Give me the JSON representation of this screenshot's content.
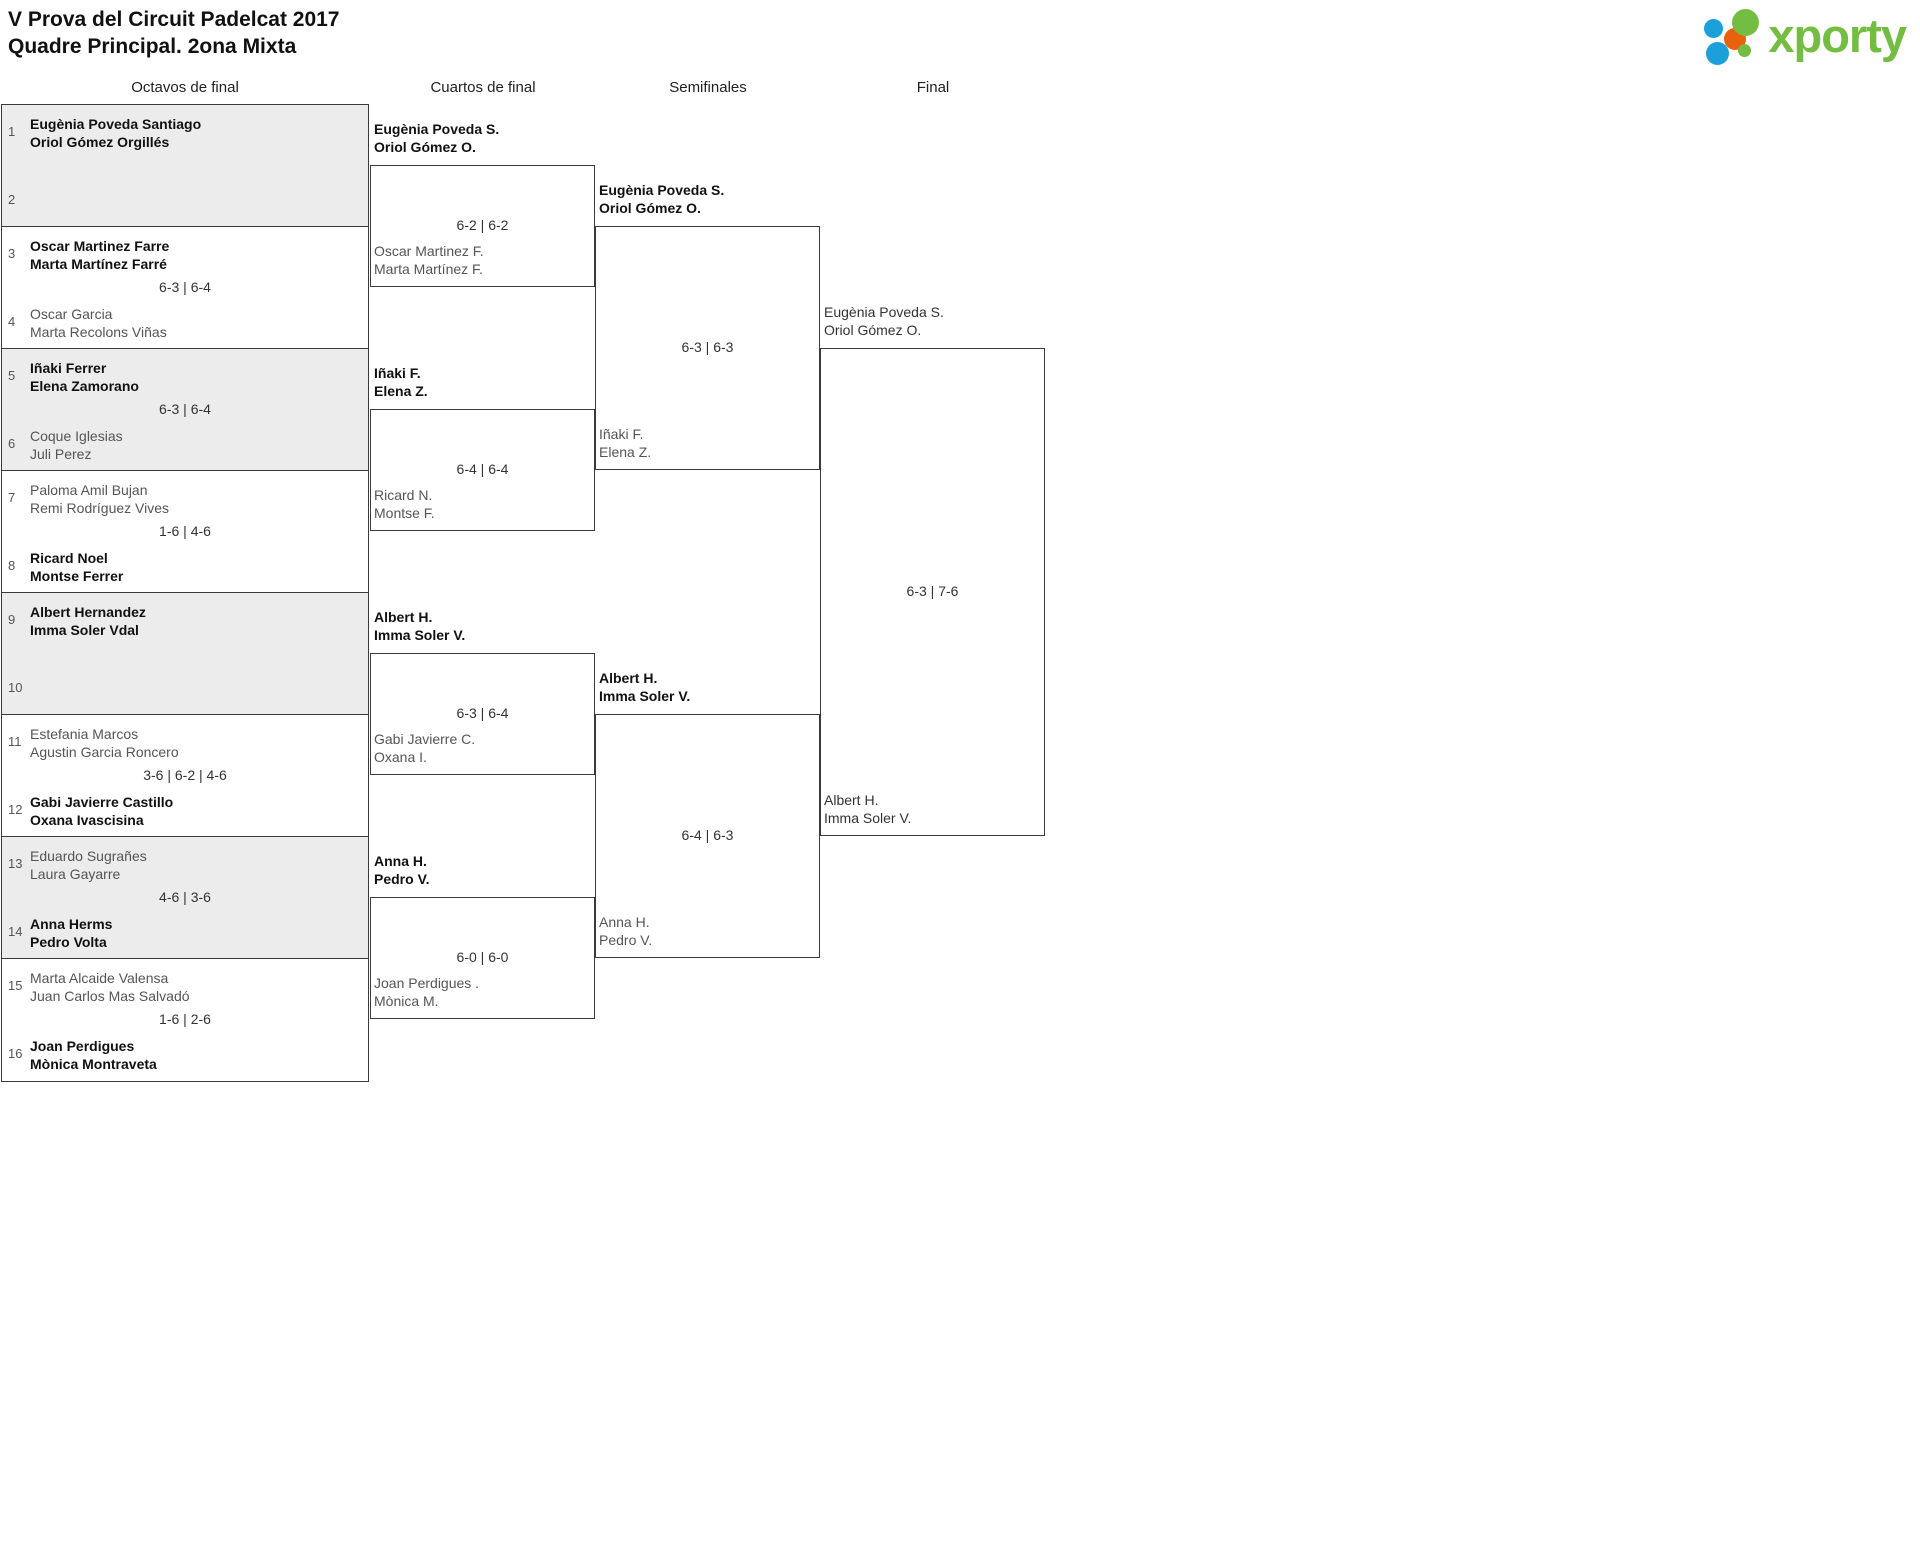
{
  "header": {
    "title_line1": "V Prova del Circuit Padelcat 2017",
    "title_line2": "Quadre Principal. 2ona Mixta",
    "logo_text": "xporty"
  },
  "rounds": [
    {
      "label": "Octavos de final"
    },
    {
      "label": "Cuartos de final"
    },
    {
      "label": "Semifinales"
    },
    {
      "label": "Final"
    }
  ],
  "round1": {
    "matches": [
      {
        "top": {
          "seed": "1",
          "p1": "Eugènia Poveda Santiago",
          "p2": "Oriol Gómez Orgillés",
          "state": "win"
        },
        "bottom": {
          "seed": "2",
          "p1": "",
          "p2": "",
          "state": "lose"
        },
        "score": ""
      },
      {
        "top": {
          "seed": "3",
          "p1": "Oscar Martinez Farre",
          "p2": "Marta Martínez Farré",
          "state": "win"
        },
        "bottom": {
          "seed": "4",
          "p1": "Oscar Garcia",
          "p2": "Marta Recolons Viñas",
          "state": "lose"
        },
        "score": "6-3 | 6-4"
      },
      {
        "top": {
          "seed": "5",
          "p1": "Iñaki Ferrer",
          "p2": "Elena Zamorano",
          "state": "win"
        },
        "bottom": {
          "seed": "6",
          "p1": "Coque Iglesias",
          "p2": "Juli Perez",
          "state": "lose"
        },
        "score": "6-3 | 6-4"
      },
      {
        "top": {
          "seed": "7",
          "p1": "Paloma Amil Bujan",
          "p2": "Remi Rodríguez Vives",
          "state": "lose"
        },
        "bottom": {
          "seed": "8",
          "p1": "Ricard Noel",
          "p2": "Montse Ferrer",
          "state": "win"
        },
        "score": "1-6 | 4-6"
      },
      {
        "top": {
          "seed": "9",
          "p1": "Albert Hernandez",
          "p2": "Imma Soler Vdal",
          "state": "win"
        },
        "bottom": {
          "seed": "10",
          "p1": "",
          "p2": "",
          "state": "lose"
        },
        "score": ""
      },
      {
        "top": {
          "seed": "11",
          "p1": "Estefania Marcos",
          "p2": "Agustin Garcia Roncero",
          "state": "lose"
        },
        "bottom": {
          "seed": "12",
          "p1": "Gabi Javierre Castillo",
          "p2": "Oxana Ivascisina",
          "state": "win"
        },
        "score": "3-6 | 6-2 | 4-6"
      },
      {
        "top": {
          "seed": "13",
          "p1": "Eduardo Sugrañes",
          "p2": "Laura Gayarre",
          "state": "lose"
        },
        "bottom": {
          "seed": "14",
          "p1": "Anna Herms",
          "p2": "Pedro Volta",
          "state": "win"
        },
        "score": "4-6 | 3-6"
      },
      {
        "top": {
          "seed": "15",
          "p1": "Marta Alcaide Valensa",
          "p2": "Juan Carlos Mas Salvadó",
          "state": "lose"
        },
        "bottom": {
          "seed": "16",
          "p1": "Joan Perdigues",
          "p2": "Mònica Montraveta",
          "state": "win"
        },
        "score": "1-6 | 2-6"
      }
    ]
  },
  "round2": {
    "matches": [
      {
        "top": {
          "p1": "Eugènia Poveda S.",
          "p2": "Oriol Gómez O.",
          "state": "win"
        },
        "bottom": {
          "p1": "Oscar Martinez F.",
          "p2": "Marta Martínez F.",
          "state": "lose"
        },
        "score": "6-2 | 6-2"
      },
      {
        "top": {
          "p1": "Iñaki F.",
          "p2": "Elena Z.",
          "state": "win"
        },
        "bottom": {
          "p1": "Ricard N.",
          "p2": "Montse F.",
          "state": "lose"
        },
        "score": "6-4 | 6-4"
      },
      {
        "top": {
          "p1": "Albert H.",
          "p2": "Imma Soler V.",
          "state": "win"
        },
        "bottom": {
          "p1": "Gabi Javierre C.",
          "p2": "Oxana I.",
          "state": "lose"
        },
        "score": "6-3 | 6-4"
      },
      {
        "top": {
          "p1": "Anna H.",
          "p2": "Pedro V.",
          "state": "win"
        },
        "bottom": {
          "p1": "Joan Perdigues .",
          "p2": "Mònica M.",
          "state": "lose"
        },
        "score": "6-0 | 6-0"
      }
    ]
  },
  "round3": {
    "matches": [
      {
        "top": {
          "p1": "Eugènia Poveda S.",
          "p2": "Oriol Gómez O.",
          "state": "win"
        },
        "bottom": {
          "p1": "Iñaki F.",
          "p2": "Elena Z.",
          "state": "lose"
        },
        "score": "6-3 | 6-3"
      },
      {
        "top": {
          "p1": "Albert H.",
          "p2": "Imma Soler V.",
          "state": "win"
        },
        "bottom": {
          "p1": "Anna H.",
          "p2": "Pedro V.",
          "state": "lose"
        },
        "score": "6-4 | 6-3"
      }
    ]
  },
  "round4": {
    "matches": [
      {
        "top": {
          "p1": "Eugènia Poveda S.",
          "p2": "Oriol Gómez O.",
          "state": "neutral"
        },
        "bottom": {
          "p1": "Albert H.",
          "p2": "Imma Soler V.",
          "state": "neutral"
        },
        "score": "6-3 | 7-6"
      }
    ]
  }
}
